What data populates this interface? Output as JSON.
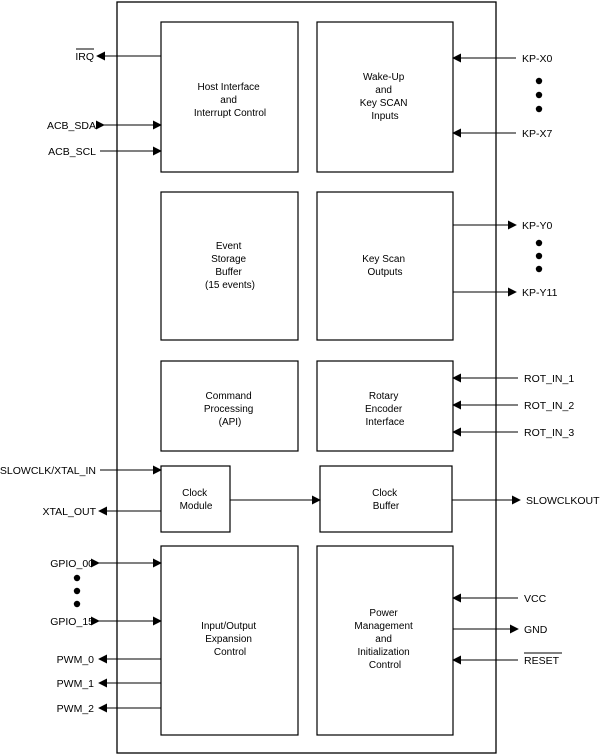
{
  "blocks": {
    "host_interface": [
      "Host Interface",
      "and",
      "Interrupt Control"
    ],
    "wakeup_keyscan": [
      "Wake-Up",
      "and",
      "Key SCAN",
      "Inputs"
    ],
    "event_storage": [
      "Event",
      "Storage",
      "Buffer",
      "(15 events)"
    ],
    "keyscan_outputs": [
      "Key Scan",
      "Outputs"
    ],
    "command_processing": [
      "Command",
      "Processing",
      "(API)"
    ],
    "rotary_encoder": [
      "Rotary",
      "Encoder",
      "Interface"
    ],
    "clock_module": [
      "Clock",
      "Module"
    ],
    "clock_buffer": [
      "Clock",
      "Buffer"
    ],
    "io_expansion": [
      "Input/Output",
      "Expansion",
      "Control"
    ],
    "power_management": [
      "Power",
      "Management",
      "and",
      "Initialization",
      "Control"
    ]
  },
  "pins": {
    "irq": "IRQ",
    "acb_sda": "ACB_SDA",
    "acb_scl": "ACB_SCL",
    "kp_x0": "KP-X0",
    "kp_x7": "KP-X7",
    "kp_y0": "KP-Y0",
    "kp_y11": "KP-Y11",
    "rot_in_1": "ROT_IN_1",
    "rot_in_2": "ROT_IN_2",
    "rot_in_3": "ROT_IN_3",
    "slowclk_xtal_in": "SLOWCLK/XTAL_IN",
    "xtal_out": "XTAL_OUT",
    "slowclkout": "SLOWCLKOUT",
    "gpio_00": "GPIO_00",
    "gpio_15": "GPIO_15",
    "pwm_0": "PWM_0",
    "pwm_1": "PWM_1",
    "pwm_2": "PWM_2",
    "vcc": "VCC",
    "gnd": "GND",
    "reset": "RESET"
  }
}
